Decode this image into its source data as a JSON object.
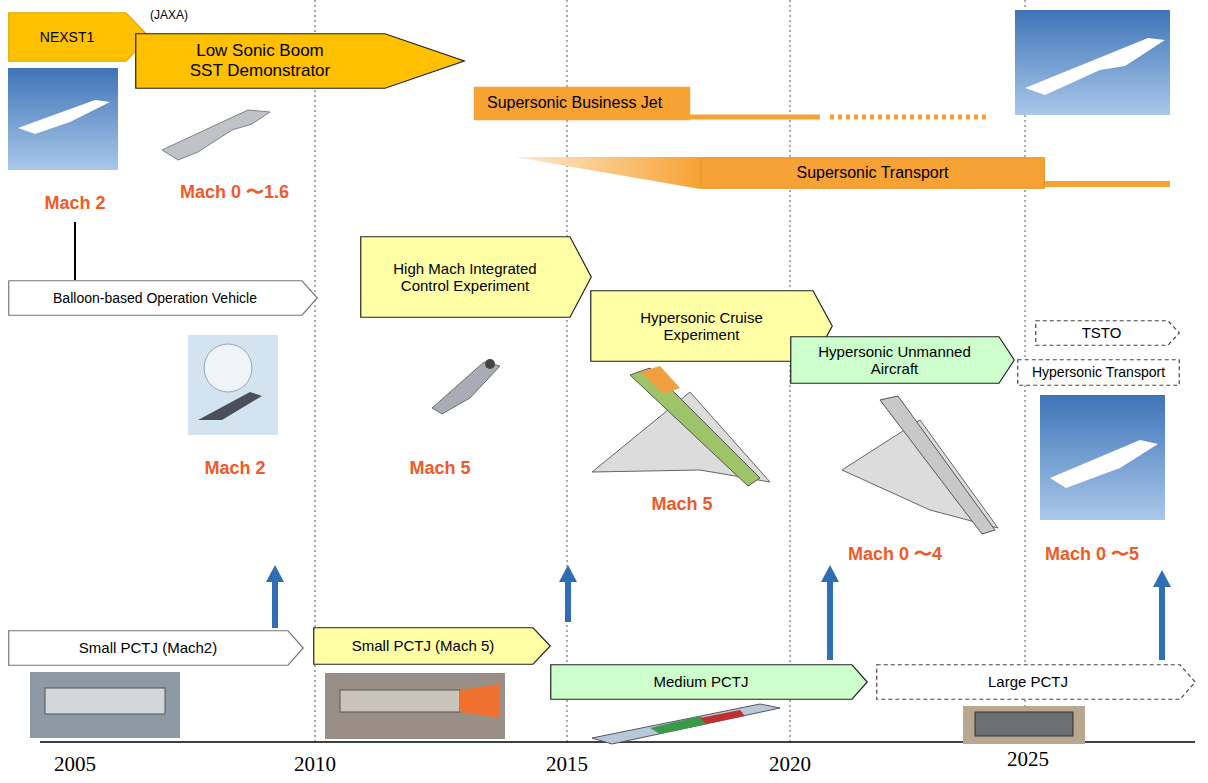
{
  "diagram": {
    "nodes": [
      {
        "text": [
          "NEXST1"
        ]
      },
      {
        "text": [
          "Low Sonic Boom SST Demonstrator"
        ]
      },
      {
        "text": [
          "Supersonic Business Jet"
        ]
      },
      {
        "text": [
          "Supersonic Transport"
        ]
      },
      {
        "text": [
          "Balloon-based Operation Vehicle"
        ]
      },
      {
        "text": [
          "High Mach Integrated Control Experiment"
        ]
      },
      {
        "text": [
          "Hypersonic Cruise Experiment"
        ]
      },
      {
        "text": [
          "Hypersonic Unmanned Aircraft"
        ]
      },
      {
        "text": [
          "TSTO"
        ]
      },
      {
        "text": [
          "Hypersonic Transport"
        ]
      },
      {
        "text": [
          "Small PCTJ (Mach2)"
        ]
      },
      {
        "text": [
          "Small PCTJ (Mach 5)"
        ]
      },
      {
        "text": [
          "Medium PCTJ"
        ]
      },
      {
        "text": [
          "Large PCTJ"
        ]
      }
    ],
    "labels": [
      "(JAXA)",
      "Mach 2",
      "Mach 0 〜1.6",
      "Mach 2",
      "Mach 5",
      "Mach 5",
      "Mach 0 〜4",
      "Mach 0 〜5",
      "2005",
      "2010",
      "2015",
      "2020",
      "2025"
    ]
  }
}
